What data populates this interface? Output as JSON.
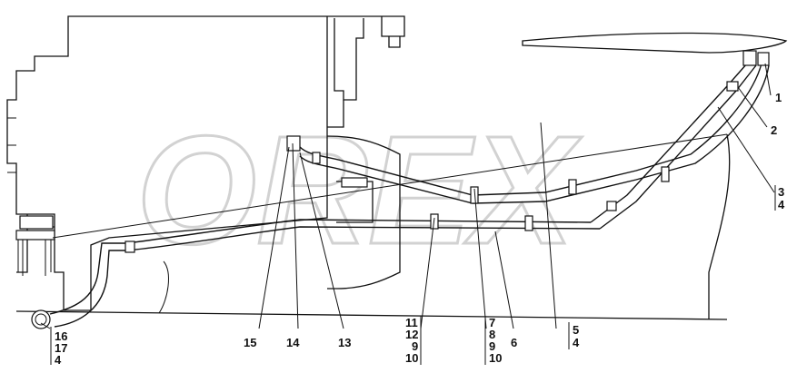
{
  "watermark": {
    "text": "OREX"
  },
  "callouts": [
    {
      "id": "c1",
      "lines": [
        "1"
      ]
    },
    {
      "id": "c2",
      "lines": [
        "2"
      ]
    },
    {
      "id": "c3",
      "lines": [
        "3",
        "4"
      ]
    },
    {
      "id": "c5",
      "lines": [
        "5",
        "4"
      ]
    },
    {
      "id": "c6",
      "lines": [
        "6"
      ]
    },
    {
      "id": "c7",
      "lines": [
        "7",
        "8",
        "9",
        "10"
      ]
    },
    {
      "id": "c11",
      "lines": [
        "11",
        "12",
        "9",
        "10"
      ]
    },
    {
      "id": "c13",
      "lines": [
        "13"
      ]
    },
    {
      "id": "c14",
      "lines": [
        "14"
      ]
    },
    {
      "id": "c15",
      "lines": [
        "15"
      ]
    },
    {
      "id": "c16",
      "lines": [
        "16",
        "17",
        "4"
      ]
    }
  ]
}
